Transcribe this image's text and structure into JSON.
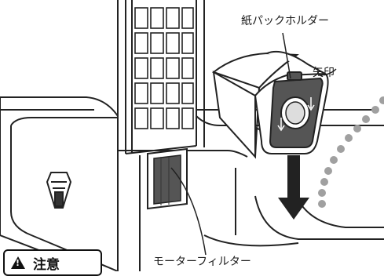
{
  "labels": {
    "paper_pack_holder": "紙パックホルダー",
    "arrow_mark": "矢印",
    "motor_filter": "モーターフィルター",
    "caution": "注意"
  },
  "icons": [
    "warning-triangle-icon",
    "down-arrow-icon"
  ],
  "colors": {
    "line": "#222222",
    "motor_filter_fill": "#555555",
    "dots": "#a0a0a0",
    "background": "#ffffff"
  }
}
